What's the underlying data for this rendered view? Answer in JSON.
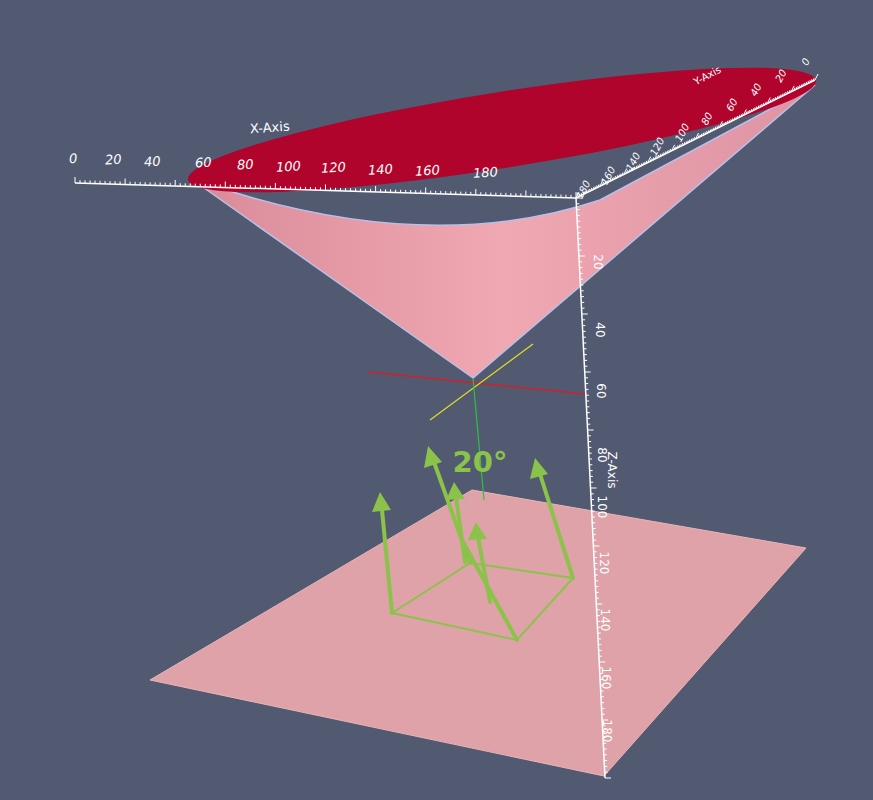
{
  "diagram": {
    "labels": [
      "X-Axis",
      "0",
      "20",
      "40",
      "60",
      "80",
      "100",
      "120",
      "140",
      "160",
      "180",
      "Y-Axis",
      "0",
      "20",
      "40",
      "60",
      "80",
      "100",
      "120",
      "140",
      "160",
      "180",
      "Z-Axis",
      "20",
      "40",
      "60",
      "80",
      "100",
      "120",
      "140",
      "160",
      "180",
      "20°"
    ]
  }
}
